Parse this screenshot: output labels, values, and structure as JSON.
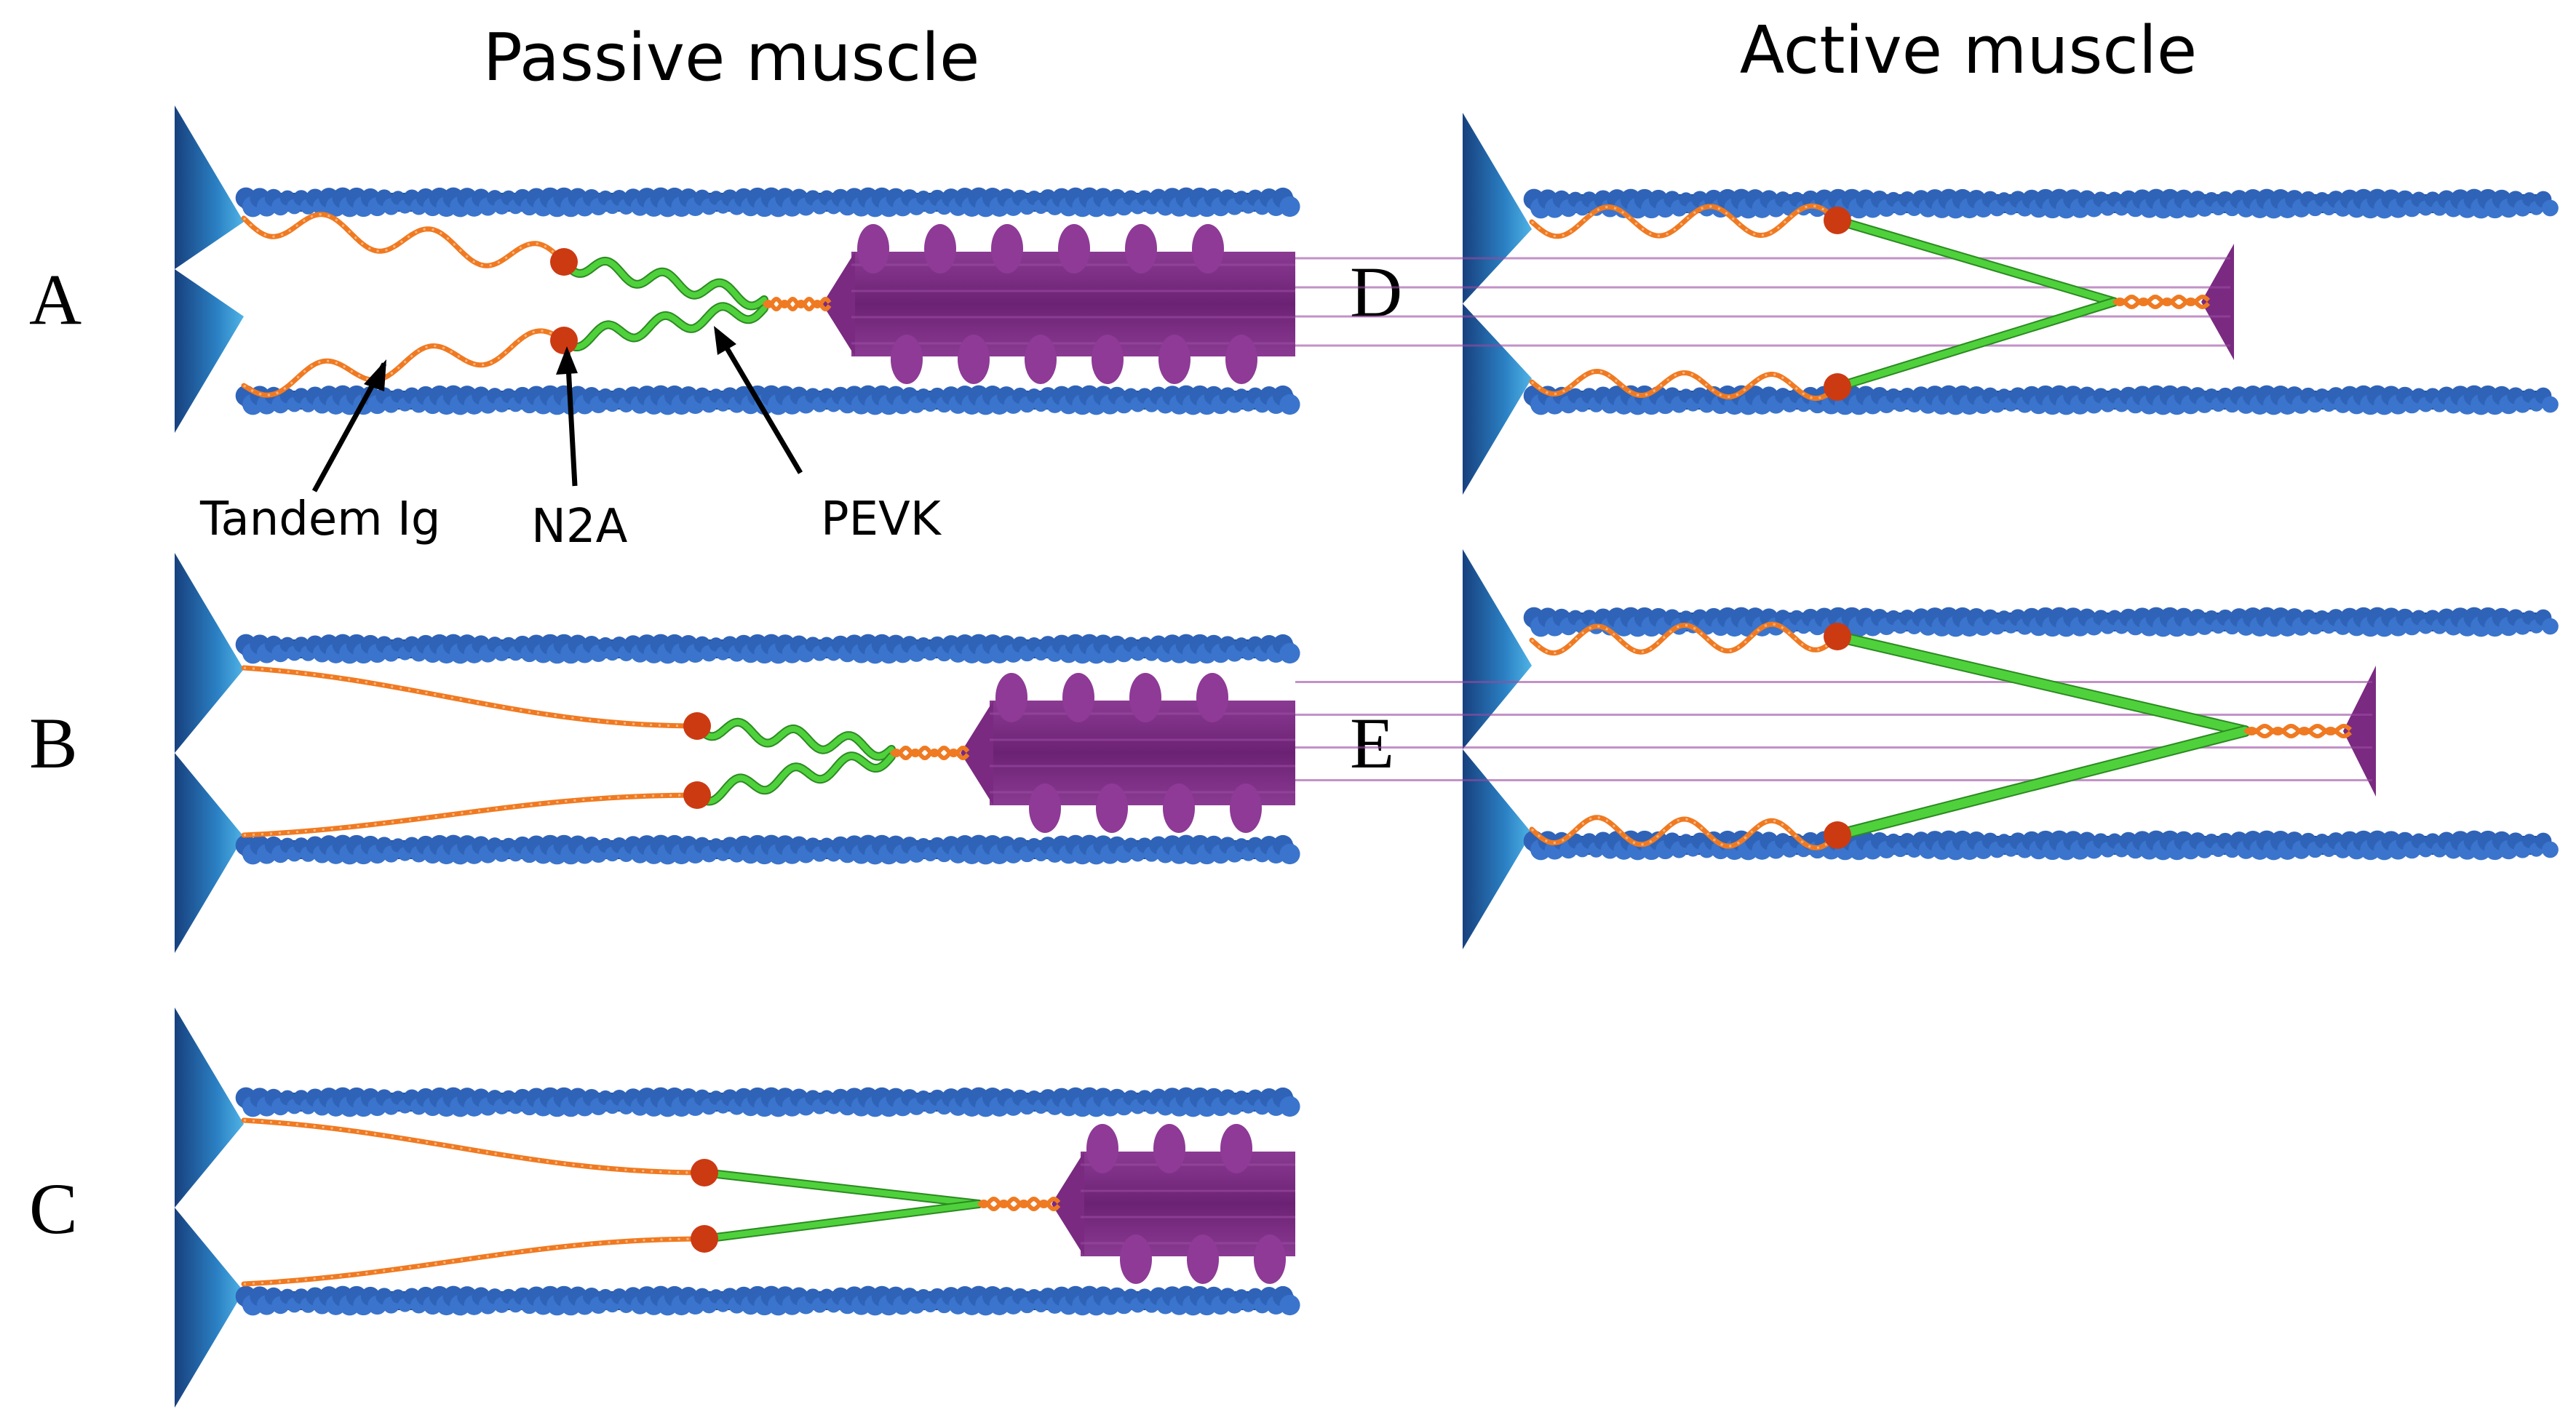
{
  "columns": {
    "passive": "Passive muscle",
    "active": "Active muscle"
  },
  "panels": [
    {
      "label": "A",
      "group": "passive",
      "state": "PEVK coiled, tandem Ig coiled"
    },
    {
      "label": "B",
      "group": "passive",
      "state": "tandem Ig straightened, PEVK coiled"
    },
    {
      "label": "C",
      "group": "passive",
      "state": "tandem Ig straightened, PEVK extended"
    },
    {
      "label": "D",
      "group": "active",
      "state": "N2A bound to actin, PEVK extended"
    },
    {
      "label": "E",
      "group": "active",
      "state": "N2A bound to actin, PEVK further extended"
    }
  ],
  "callouts": {
    "tandem_ig": "Tandem Ig",
    "n2a": "N2A",
    "pevk": "PEVK"
  },
  "colors": {
    "actin": "#2f63b8",
    "actin_dark": "#1f4a96",
    "z_disc": "#2a7fc2",
    "tandem_ig": "#ef7a22",
    "pevk": "#4fd13c",
    "n2a": "#cc3a12",
    "myosin": "#7a2a80",
    "myosin_head": "#8e3a96"
  }
}
